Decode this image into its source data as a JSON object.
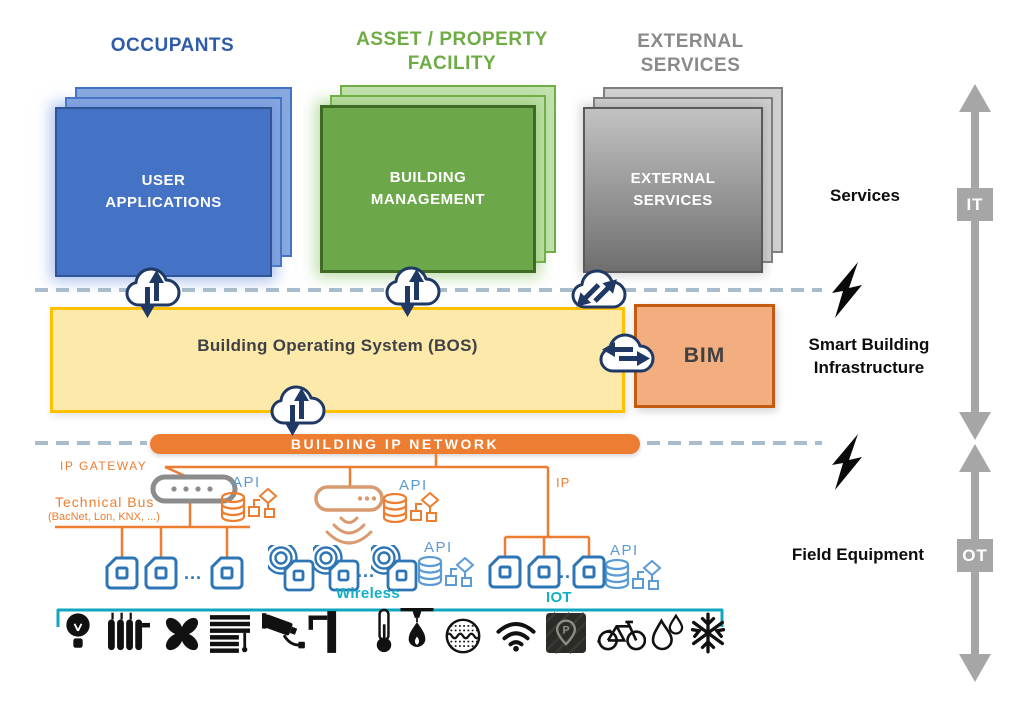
{
  "headers": {
    "occupants": "OCCUPANTS",
    "asset_property": "ASSET / PROPERTY FACILITY",
    "external_services": "EXTERNAL SERVICES"
  },
  "cards": {
    "user_applications": "USER APPLICATIONS",
    "building_management": "BUILDING MANAGEMENT",
    "external_services": "EXTERNAL SERVICES"
  },
  "infrastructure": {
    "bos": "Building Operating System (BOS)",
    "bim": "BIM",
    "network": "BUILDING IP NETWORK"
  },
  "rail": {
    "services": "Services",
    "it_badge": "IT",
    "smart_building": "Smart Building Infrastructure",
    "field_equipment": "Field Equipment",
    "ot_badge": "OT"
  },
  "field": {
    "ip_gateway": "IP GATEWAY",
    "technical_bus": "Technical Bus",
    "technical_bus_protocols": "(BacNet, Lon, KNX, ...)",
    "ip": "IP",
    "api": "API",
    "wireless": "Wireless",
    "iot": "IOT",
    "dots3": "...",
    "dots2": "..",
    "parking_letter": "P"
  },
  "icons": {
    "clouds": [
      "cloud-sync-vertical",
      "cloud-sync-vertical",
      "cloud-sync-diagonal",
      "cloud-sync-horizontal",
      "cloud-sync-vertical"
    ],
    "bottom_row": [
      "light-bulb",
      "radiator",
      "fan",
      "blinds",
      "cctv-camera",
      "turnstile",
      "thermometer",
      "fire-sprinkler",
      "vibration-sensor",
      "wifi",
      "parking",
      "bicycle",
      "water-drops",
      "snowflake"
    ]
  },
  "colors": {
    "blue_card": "#4472C4",
    "green_card": "#6CA84A",
    "gray_card": "#8C8C8C",
    "bos_fill": "#FDE9A9",
    "bos_border": "#FFC000",
    "bim_fill": "#F3AE7F",
    "bim_border": "#C55A11",
    "network_orange": "#ED7D31",
    "teal": "#12AEC5",
    "api_blue": "#5B9BD5",
    "device_blue": "#2E75B6",
    "rail_gray": "#A6A6A6",
    "dash_gray_blue": "#A9BCCB",
    "cloud_navy": "#1F3864"
  }
}
